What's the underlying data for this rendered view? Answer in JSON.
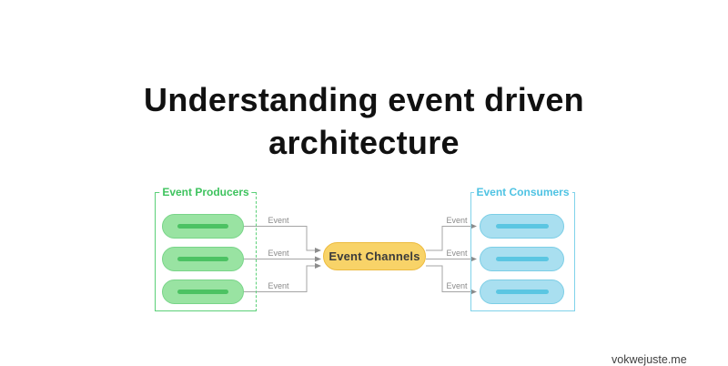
{
  "title": {
    "line1": "Understanding event driven",
    "line2": "architecture"
  },
  "diagram": {
    "producers": {
      "label": "Event Producers",
      "label_color": "#3ec35e",
      "box_border_color": "#5bd078",
      "node_count": 3,
      "node_fill": "#99e3a2",
      "node_border": "#79d589",
      "node_bar_color": "#4cc263"
    },
    "channels": {
      "label": "Event Channels",
      "fill": "#f8d368",
      "border": "#edbb3f",
      "text_color": "#3b3b3b"
    },
    "consumers": {
      "label": "Event Consumers",
      "label_color": "#4fc3e3",
      "box_border_color": "#7fd2ea",
      "node_count": 3,
      "node_fill": "#a9dff0",
      "node_border": "#7ccee6",
      "node_bar_color": "#5bc6e2"
    },
    "edge_labels": [
      "Event",
      "Event",
      "Event",
      "Event",
      "Event",
      "Event"
    ],
    "wire_color": "#a5a5a5"
  },
  "watermark": "vokwejuste.me"
}
